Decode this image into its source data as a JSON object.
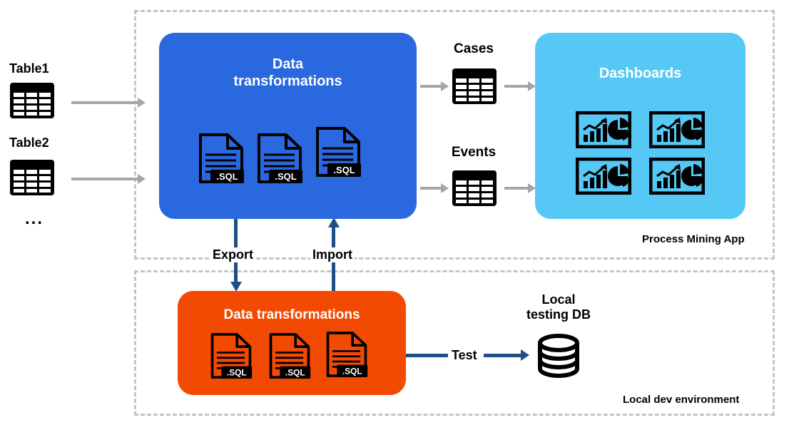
{
  "diagram": {
    "title": "Process mining app and local dev environment data flow",
    "colors": {
      "blue_panel": "#2a68df",
      "cyan_panel": "#55c8f5",
      "orange_panel": "#f24a03",
      "gray_arrow": "#a6a6a6",
      "navy_arrow": "#1f4e87",
      "dashed_border": "#c4c4c4",
      "icon_black": "#000000",
      "text_white": "#ffffff",
      "text_black": "#000000"
    }
  },
  "regions": [
    {
      "id": "process-mining-app",
      "label": "Process Mining App"
    },
    {
      "id": "local-dev-environment",
      "label": "Local dev environment"
    }
  ],
  "sources": {
    "items": [
      {
        "label": "Table1",
        "icon": "table-icon"
      },
      {
        "label": "Table2",
        "icon": "table-icon"
      }
    ],
    "ellipsis": "..."
  },
  "panels": {
    "app_transformations": {
      "title": "Data\ntransformations",
      "files": [
        {
          "label": ".SQL",
          "icon": "sql-file-icon"
        },
        {
          "label": ".SQL",
          "icon": "sql-file-icon"
        },
        {
          "label": ".SQL",
          "icon": "sql-file-icon"
        }
      ]
    },
    "dashboards": {
      "title": "Dashboards",
      "tiles": [
        {
          "icon": "dashboard-chart-icon"
        },
        {
          "icon": "dashboard-chart-icon"
        },
        {
          "icon": "dashboard-chart-icon"
        },
        {
          "icon": "dashboard-chart-icon"
        }
      ]
    },
    "local_transformations": {
      "title": "Data transformations",
      "files": [
        {
          "label": ".SQL",
          "icon": "sql-file-icon"
        },
        {
          "label": ".SQL",
          "icon": "sql-file-icon"
        },
        {
          "label": ".SQL",
          "icon": "sql-file-icon"
        }
      ]
    }
  },
  "outputs": [
    {
      "label": "Cases",
      "icon": "table-icon"
    },
    {
      "label": "Events",
      "icon": "table-icon"
    }
  ],
  "database": {
    "label": "Local\ntesting DB",
    "icon": "database-icon"
  },
  "flow_labels": {
    "export": "Export",
    "import": "Import",
    "test": "Test"
  }
}
